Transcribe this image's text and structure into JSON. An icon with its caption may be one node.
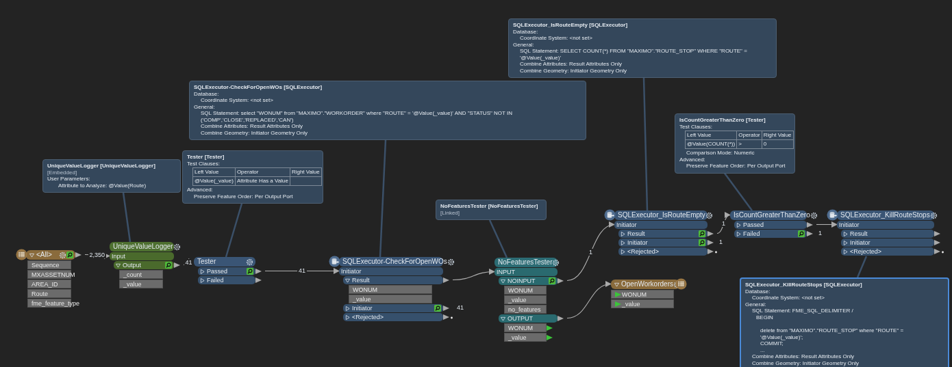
{
  "diagram": {
    "nodes": [
      {
        "text": [
          "SQLExecutor_IsRouteEmpty [SQLExecutor]",
          "Database:",
          "Coordinate System: <not set>",
          "General:",
          "SQL Statement: SELECT COUNT(*) FROM \"MAXIMO\".\"ROUTE_STOP\" WHERE \"ROUTE\" = '@Value(_value)'",
          "Combine Attributes: Result Attributes Only",
          "Combine Geometry: Initiator Geometry Only"
        ]
      },
      {
        "text": [
          "SQLExecutor-CheckForOpenWOs [SQLExecutor]",
          "Database:",
          "Coordinate System: <not set>",
          "General:",
          "SQL Statement: select \"WONUM\" from \"MAXIMO\".\"WORKORDER\" where \"ROUTE\" = '@Value(_value)' AND \"STATUS\" NOT IN ('COMP','CLOSE','REPLACED','CAN')",
          "Combine Attributes: Result Attributes Only",
          "Combine Geometry: Initiator Geometry Only"
        ]
      },
      {
        "text": [
          "IsCountGreaterThanZero [Tester]",
          "Test Clauses:",
          "Left Value",
          "Operator",
          "Right Value",
          "@Value(COUNT(*))",
          ">",
          "0",
          "Comparison Mode: Numeric",
          "Advanced:",
          "Preserve Feature Order: Per Output Port"
        ]
      },
      {
        "text": [
          "UniqueValueLogger [UniqueValueLogger]",
          "[Embedded]",
          "User Parameters:",
          "Attribute to Analyze: @Value(Route)"
        ]
      },
      {
        "text": [
          "Tester [Tester]",
          "Test Clauses:",
          "Left Value",
          "Operator",
          "Right Value",
          "@Value(_value)",
          "Attribute Has a Value",
          "Advanced:",
          "Preserve Feature Order: Per Output Port"
        ]
      },
      {
        "text": [
          "NoFeaturesTester [NoFeaturesTester]",
          "[Linked]"
        ]
      },
      {
        "text": [
          "<All>",
          "Sequence",
          "MXASSETNUM",
          "AREA_ID",
          "Route",
          "fme_feature_type"
        ]
      },
      {
        "text": [
          "UniqueValueLogger",
          "Input",
          "Output",
          "_count",
          "_value"
        ]
      },
      {
        "text": [
          "Tester",
          "Passed",
          "Failed"
        ]
      },
      {
        "text": [
          "SQLExecutor-CheckForOpenWOs",
          "Initiator",
          "Result",
          "WONUM",
          "_value",
          "Initiator",
          "<Rejected>"
        ],
        "beside": [
          "41"
        ]
      },
      {
        "text": [
          "NoFeaturesTester",
          "INPUT",
          "NOINPUT",
          "WONUM",
          "_value",
          "no_features",
          "OUTPUT",
          "WONUM",
          "_value"
        ]
      },
      {
        "text": [
          "SQLExecutor_IsRouteEmpty",
          "Initiator",
          "Result",
          "Initiator",
          "<Rejected>"
        ],
        "beside": [
          "1"
        ]
      },
      {
        "text": [
          "IsCountGreaterThanZero",
          "Passed",
          "Failed"
        ],
        "beside": [
          "1"
        ]
      },
      {
        "text": [
          "SQLExecutor_KillRouteStops",
          "Initiator",
          "Result",
          "Initiator",
          "<Rejected>"
        ]
      },
      {
        "text": [
          "OpenWorkorders",
          "WONUM",
          "_value"
        ]
      },
      {
        "text": [
          "SQLExecutor_KillRouteStops [SQLExecutor]",
          "Database:",
          "Coordinate System: <not set>",
          "General:",
          "SQL Statement: FME_SQL_DELIMITER /",
          "BEGIN",
          "delete from \"MAXIMO\".\"ROUTE_STOP\" where \"ROUTE\" = '@Value(_value)';",
          "COMMIT;",
          "...",
          "Combine Attributes: Result Attributes Only",
          "Combine Geometry: Initiator Geometry Only"
        ]
      }
    ],
    "edges": [
      {
        "from": 6,
        "to": 7,
        "arrow": "to",
        "label": "2,350"
      },
      {
        "from": 7,
        "to": 8,
        "arrow": "to",
        "label": "41"
      },
      {
        "from": 8,
        "to": 9,
        "arrow": "to",
        "label": "41"
      },
      {
        "from": 9,
        "to": 10,
        "arrow": "to"
      },
      {
        "from": 10,
        "to": 11,
        "arrow": "to",
        "label": "1"
      },
      {
        "from": 10,
        "to": 14,
        "arrow": "to"
      },
      {
        "from": 11,
        "to": 12,
        "arrow": "to",
        "label": "1"
      },
      {
        "from": 12,
        "to": 13,
        "arrow": "to"
      },
      {
        "from": 3,
        "to": 7,
        "arrow": "none",
        "color": "#3b5068"
      },
      {
        "from": 4,
        "to": 8,
        "arrow": "none",
        "color": "#3b5068"
      },
      {
        "from": 1,
        "to": 9,
        "arrow": "none",
        "color": "#3b5068"
      },
      {
        "from": 5,
        "to": 10,
        "arrow": "none",
        "color": "#3b5068"
      },
      {
        "from": 0,
        "to": 11,
        "arrow": "none",
        "color": "#3b5068"
      },
      {
        "from": 2,
        "to": 12,
        "arrow": "none",
        "color": "#3b5068"
      },
      {
        "from": 15,
        "to": 13,
        "arrow": "none",
        "color": "#3b5068"
      }
    ]
  }
}
